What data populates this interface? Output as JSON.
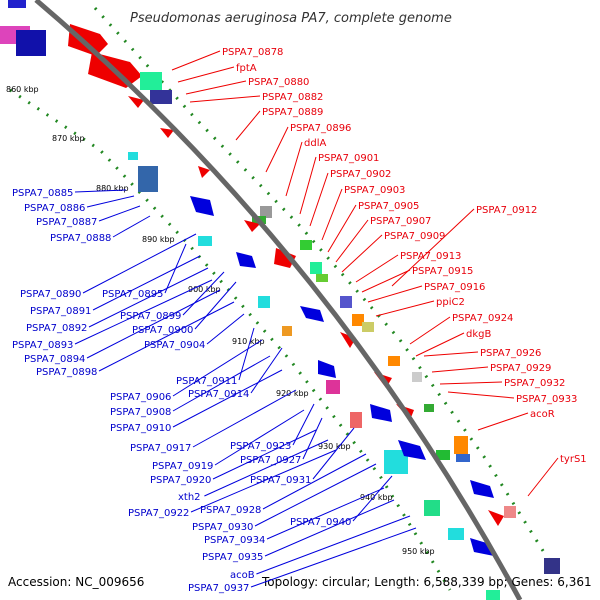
{
  "title": "Pseudomonas aeruginosa PA7, complete genome",
  "footer": {
    "accession": "Accession: NC_009656",
    "topology": "Topology: circular; Length: 6,588,339 bp; Genes: 6,361"
  },
  "colors": {
    "forward": "#ee0000",
    "reverse": "#0000dd",
    "backbone": "#888888",
    "ring_dots": "#228822"
  },
  "kbp_ticks": [
    "860 kbp",
    "870 kbp",
    "880 kbp",
    "890 kbp",
    "900 kbp",
    "910 kbp",
    "920 kbp",
    "930 kbp",
    "940 kbp",
    "950 kbp"
  ],
  "right_labels": [
    "PSPA7_0878",
    "fptA",
    "PSPA7_0880",
    "PSPA7_0882",
    "PSPA7_0889",
    "PSPA7_0896",
    "ddlA",
    "PSPA7_0901",
    "PSPA7_0902",
    "PSPA7_0903",
    "PSPA7_0905",
    "PSPA7_0907",
    "PSPA7_0909",
    "PSPA7_0912",
    "PSPA7_0913",
    "PSPA7_0915",
    "PSPA7_0916",
    "ppiC2",
    "PSPA7_0924",
    "dkgB",
    "PSPA7_0926",
    "PSPA7_0929",
    "PSPA7_0932",
    "PSPA7_0933",
    "acoR",
    "tyrS1"
  ],
  "left_labels": [
    "PSPA7_0885",
    "PSPA7_0886",
    "PSPA7_0887",
    "PSPA7_0888",
    "PSPA7_0890",
    "PSPA7_0895",
    "PSPA7_0891",
    "PSPA7_0892",
    "PSPA7_0899",
    "PSPA7_0893",
    "PSPA7_0900",
    "PSPA7_0894",
    "PSPA7_0904",
    "PSPA7_0898",
    "PSPA7_0911",
    "PSPA7_0906",
    "PSPA7_0914",
    "PSPA7_0908",
    "PSPA7_0910",
    "PSPA7_0917",
    "PSPA7_0923",
    "PSPA7_0919",
    "PSPA7_0927",
    "PSPA7_0920",
    "PSPA7_0931",
    "xth2",
    "PSPA7_0922",
    "PSPA7_0928",
    "PSPA7_0930",
    "PSPA7_0940",
    "PSPA7_0934",
    "PSPA7_0935",
    "acoB",
    "PSPA7_0937"
  ]
}
